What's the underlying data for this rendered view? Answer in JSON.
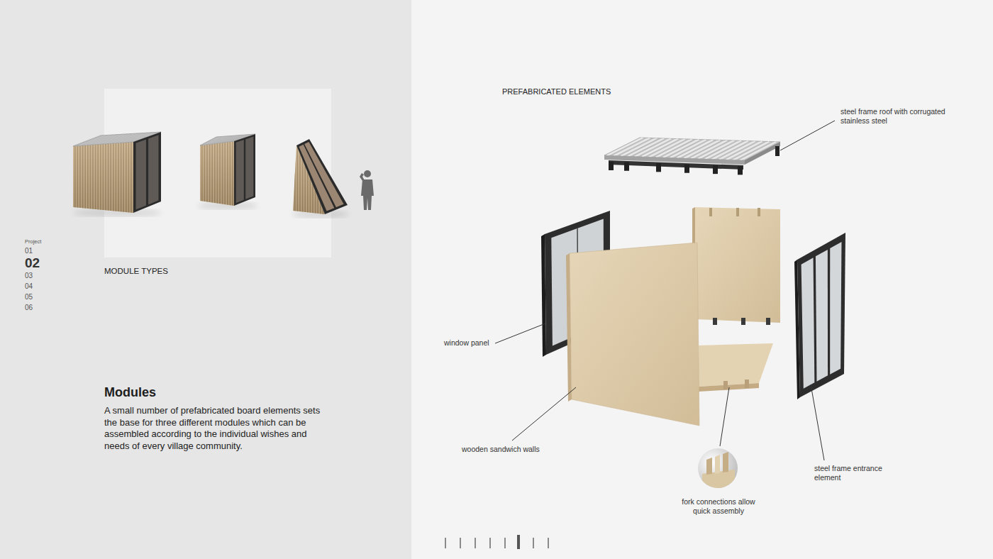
{
  "diagram": {
    "title": "Modules",
    "caption": "A small number of prefabricated board elements sets the base for three different modules which can be assembled according to the individual wishes and needs of every village community.",
    "labels": [
      "Project",
      "01",
      "02",
      "03",
      "04",
      "05",
      "06",
      "MODULE TYPES",
      "PREFABRICATED ELEMENTS",
      "steel frame roof with corrugated stainless steel",
      "window panel",
      "wooden sandwich walls",
      "fork connections allow quick assembly",
      "steel frame entrance element"
    ]
  }
}
